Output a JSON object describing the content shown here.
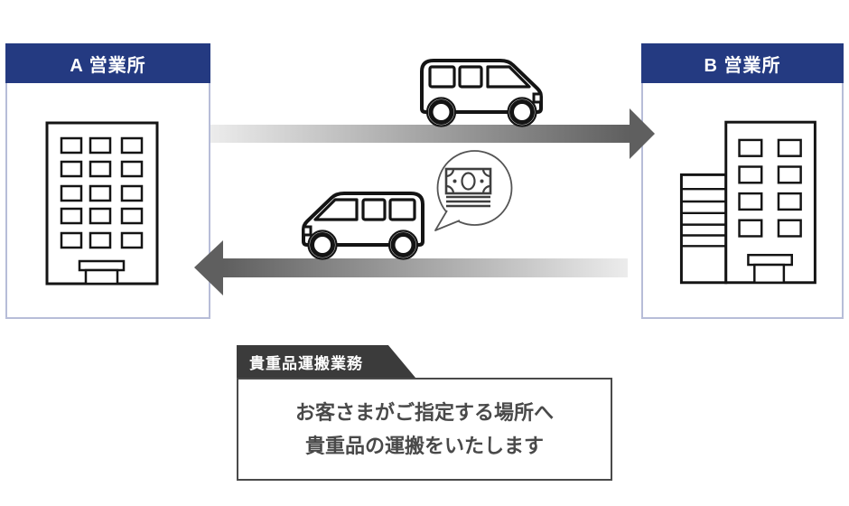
{
  "offices": {
    "a": {
      "label": "A 営業所"
    },
    "b": {
      "label": "B 営業所"
    }
  },
  "badge": {
    "label": "貴重品運搬業務"
  },
  "description": {
    "line1": "お客さまがご指定する場所へ",
    "line2": "貴重品の運搬をいたします"
  },
  "colors": {
    "header_navy": "#243a81",
    "panel_border": "#b7bdd8",
    "arrow_dark": "#5f5f5f",
    "arrow_light": "#ececec",
    "badge_bg": "#3b3b3b",
    "text_dark": "#494949",
    "outline_black": "#141414"
  }
}
